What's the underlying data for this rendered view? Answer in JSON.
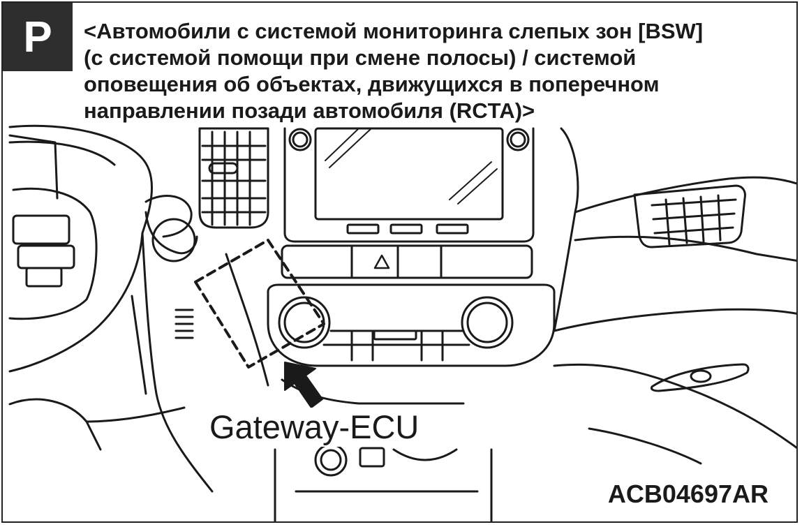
{
  "badge": {
    "letter": "P",
    "color": "#2e2e2e"
  },
  "title": {
    "lines": [
      "<Автомобили с системой мониторинга слепых зон [BSW]",
      "(с системой помощи при смене полосы) / системой",
      "оповещения об объектах, движущихся в поперечном",
      "направлении позади автомобиля (RCTA)>"
    ]
  },
  "diagram": {
    "callout_label": "Gateway-ECU",
    "figure_code": "ACB04697AR",
    "line_color": "#1a1a1a"
  }
}
